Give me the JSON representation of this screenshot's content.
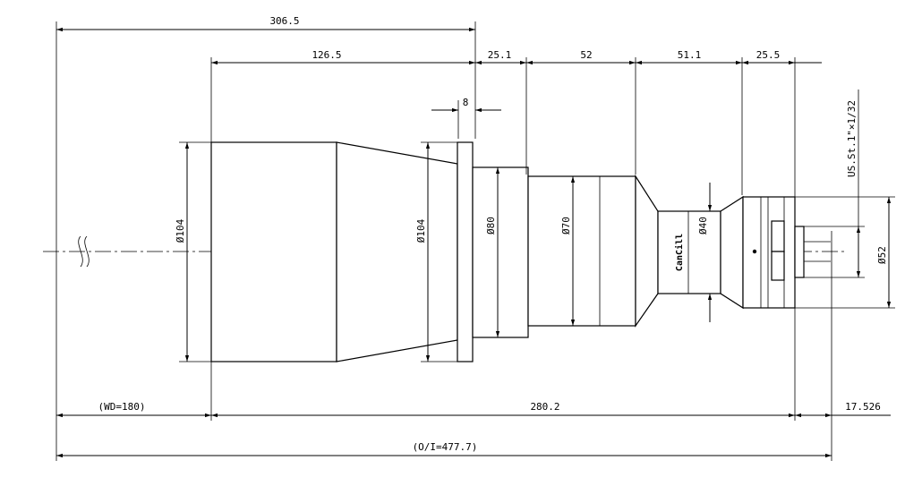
{
  "dimensions": {
    "total_length": "306.5",
    "front_section": "126.5",
    "flange_thickness": "8",
    "seg_1": "25.1",
    "seg_2": "52",
    "seg_3": "51.1",
    "seg_4": "25.5",
    "dia_front": "Ø104",
    "dia_flange": "Ø104",
    "dia_80": "Ø80",
    "dia_70": "Ø70",
    "dia_40": "Ø40",
    "dia_52": "Ø52",
    "thread": "US.St.1\"×1/32",
    "working_distance": "(WD=180)",
    "body_length": "280.2",
    "back_focus": "17.526",
    "object_to_image": "(O/I=477.7)"
  },
  "brand": {
    "mark": "CanCill"
  }
}
